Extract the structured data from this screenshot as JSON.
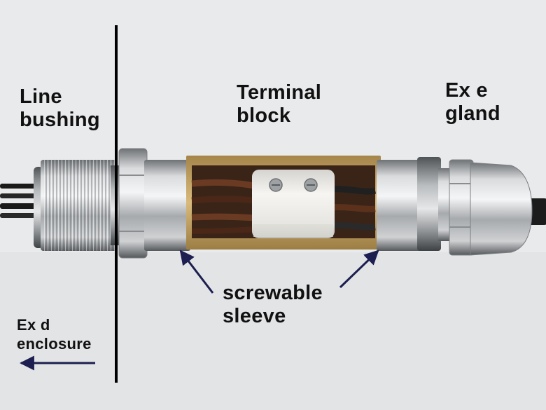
{
  "labels": {
    "line_bushing": "Line\nbushing",
    "terminal_block": "Terminal\nblock",
    "ex_e_gland": "Ex e\ngland",
    "screwable_sleeve": "screwable\nsleeve",
    "ex_d_enclosure": "Ex d\nenclosure"
  },
  "colors": {
    "background": "#e9eaec",
    "divider_line": "#000000",
    "arrow": "#1c1f4f",
    "metal": "#c4c6c9",
    "brass": "#c9a766",
    "ceramic": "#efeeea",
    "cable": "#1a1a1a",
    "text": "#111111"
  }
}
